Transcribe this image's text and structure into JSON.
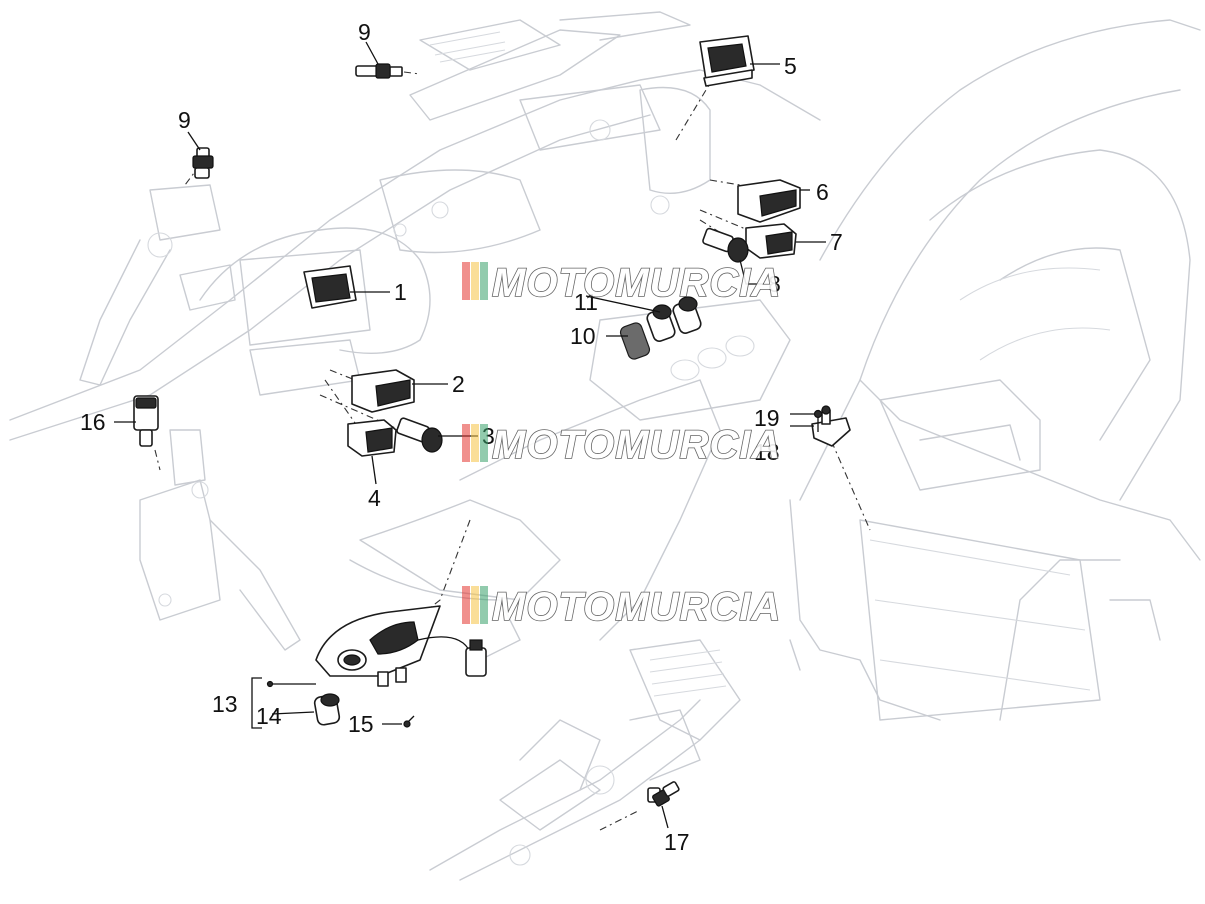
{
  "diagram": {
    "callouts": [
      {
        "id": "c1",
        "label": "1"
      },
      {
        "id": "c2",
        "label": "2"
      },
      {
        "id": "c3",
        "label": "3"
      },
      {
        "id": "c4",
        "label": "4"
      },
      {
        "id": "c5",
        "label": "5"
      },
      {
        "id": "c6",
        "label": "6"
      },
      {
        "id": "c7",
        "label": "7"
      },
      {
        "id": "c8",
        "label": "8"
      },
      {
        "id": "c9a",
        "label": "9"
      },
      {
        "id": "c9b",
        "label": "9"
      },
      {
        "id": "c10",
        "label": "10"
      },
      {
        "id": "c11",
        "label": "11"
      },
      {
        "id": "c13",
        "label": "13"
      },
      {
        "id": "c14",
        "label": "14"
      },
      {
        "id": "c15",
        "label": "15"
      },
      {
        "id": "c16",
        "label": "16"
      },
      {
        "id": "c17",
        "label": "17"
      },
      {
        "id": "c18",
        "label": "18"
      },
      {
        "id": "c19",
        "label": "19"
      }
    ]
  },
  "watermark": {
    "text": "MOTOMURCIA",
    "stripe_colors": [
      "#e3342f",
      "#f6c343",
      "#38a169"
    ]
  }
}
